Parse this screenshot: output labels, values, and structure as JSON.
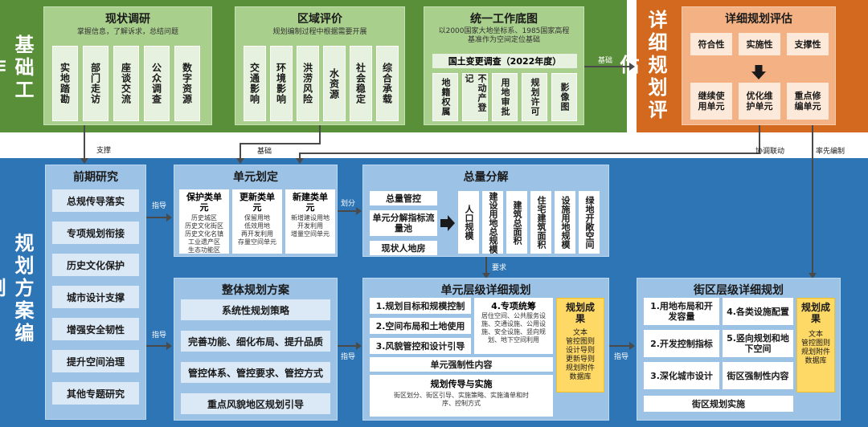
{
  "bands": {
    "foundation": "基础工作",
    "evaluation": "详细规划评估",
    "planning": "规划方案编制"
  },
  "survey": {
    "title": "现状调研",
    "subtitle": "掌握信息，了解诉求，总结问题",
    "items": [
      "实地踏勘",
      "部门走访",
      "座谈交流",
      "公众调查",
      "数字资源"
    ]
  },
  "regional": {
    "title": "区域评价",
    "subtitle": "规划编制过程中根据需要开展",
    "items": [
      "交通影响",
      "环境影响",
      "洪涝风险",
      "水资源",
      "社会稳定",
      "综合承载"
    ]
  },
  "basemap": {
    "title": "统一工作底图",
    "subtitle": "以2000国家大地坐标系、1985国家高程基准作为空间定位基础",
    "survey_bar": "国土变更调查（2022年度）",
    "items": [
      "地籍权属",
      "不动产登记",
      "用地审批",
      "规划许可",
      "影像图"
    ]
  },
  "assessment": {
    "title": "详细规划评估",
    "top": [
      "符合性",
      "实施性",
      "支撑性"
    ],
    "bottom": [
      "继续使用单元",
      "优化维护单元",
      "重点修编单元"
    ]
  },
  "arrows": {
    "basis1": "基础",
    "support": "支撑",
    "basis2": "基础",
    "coord": "协调联动",
    "first": "率先编制",
    "guide1": "指导",
    "divide": "划分",
    "guide2": "指导",
    "require": "要求",
    "guide3": "指导",
    "guide4": "指导"
  },
  "preliminary": {
    "title": "前期研究",
    "items": [
      "总规传导落实",
      "专项规划衔接",
      "历史文化保护",
      "城市设计支撑",
      "增强安全韧性",
      "提升空间治理",
      "其他专题研究"
    ]
  },
  "units": {
    "title": "单元划定",
    "cols": [
      {
        "name": "保护类单元",
        "desc": "历史城区\n历史文化街区\n历史文化名镇\n工业遗产区\n生态功能区"
      },
      {
        "name": "更新类单元",
        "desc": "保留用地\n低效用地\n再开发利用\n存量空间单元"
      },
      {
        "name": "新建类单元",
        "desc": "新增建设用地\n开发利用\n增量空间单元"
      }
    ]
  },
  "quantity": {
    "title": "总量分解",
    "left": [
      "总量管控",
      "单元分解指标流量池",
      "现状人地房"
    ],
    "cols": [
      "人口规模",
      "建设用地总规模",
      "建筑总面积",
      "住宅建筑面积",
      "设施用地规模",
      "绿地开敞空间"
    ]
  },
  "overall": {
    "title": "整体规划方案",
    "items": [
      "系统性规划策略",
      "完善功能、细化布局、提升品质",
      "管控体系、管控要求、管控方式",
      "重点风貌地区规划引导"
    ]
  },
  "unit_plan": {
    "title": "单元层级详细规划",
    "left": [
      "1.规划目标和规模控制",
      "2.空间布局和土地使用",
      "3.风貌管控和设计引导"
    ],
    "special_title": "4.专项统筹",
    "special_desc": "居住空间、公共服务设施、交通设施、公用设施、安全设施、竖向规划、地下空间利用",
    "mandatory": "单元强制性内容",
    "transfer_title": "规划传导与实施",
    "transfer_desc": "街区划分、街区引导、实施策略、实施清单和时序、控制方式",
    "result_title": "规划成果",
    "result_desc": "文本\n管控图则\n设计导则\n更新导则\n规划附件\n数据库"
  },
  "block_plan": {
    "title": "街区层级详细规划",
    "items": [
      "1.用地布局和开发容量",
      "4.各类设施配置",
      "2.开发控制指标",
      "5.竖向规划和地下空间",
      "3.深化城市设计",
      "街区强制性内容"
    ],
    "impl": "街区规划实施",
    "result_title": "规划成果",
    "result_desc": "文本\n管控图则\n规划附件\n数据库"
  },
  "colors": {
    "green": "#5a8f3a",
    "orange": "#d2691e",
    "blue": "#2e75b6",
    "yellow": "#ffd966"
  }
}
